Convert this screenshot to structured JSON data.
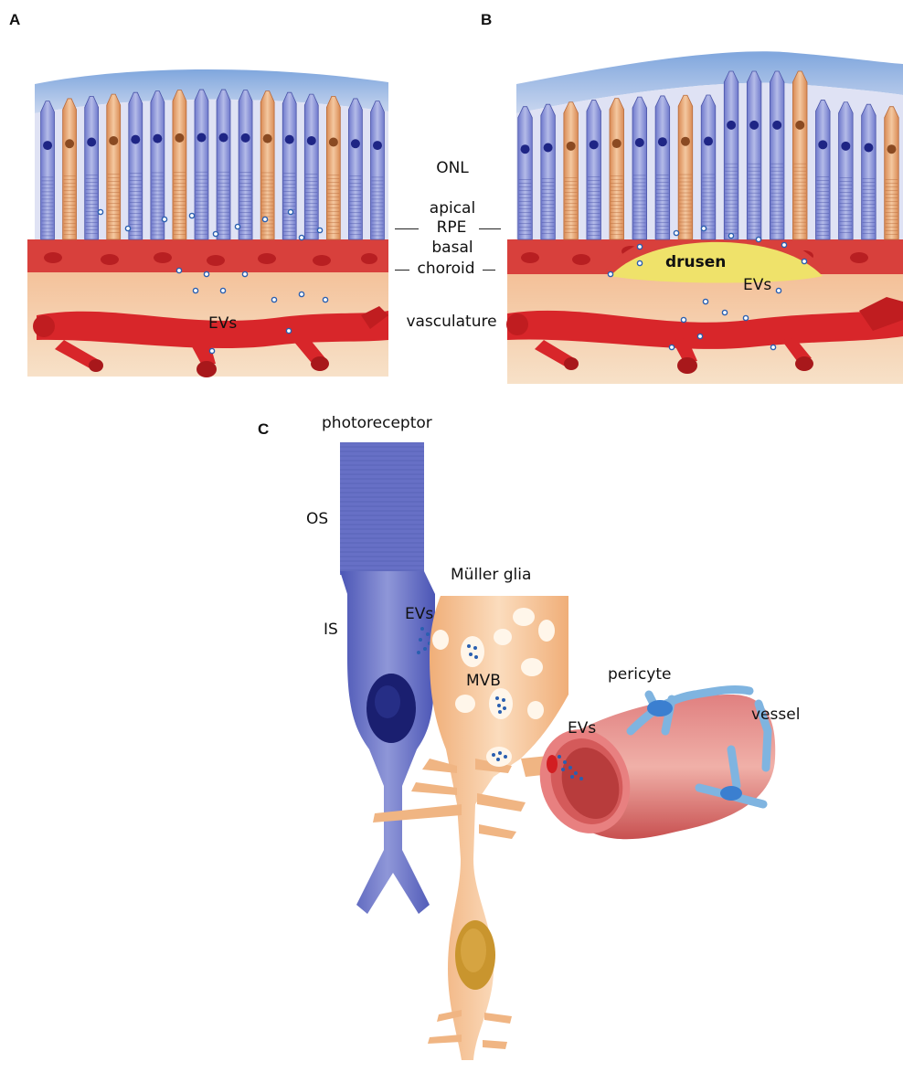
{
  "panels": {
    "a": {
      "letter": "A",
      "evs": "EVs"
    },
    "b": {
      "letter": "B",
      "drusen": "drusen",
      "evs": "EVs"
    },
    "c": {
      "letter": "C",
      "photoreceptor": "photoreceptor",
      "os": "OS",
      "is": "IS",
      "muller_glia": "Müller glia",
      "evs_photoreceptor": "EVs",
      "mvb": "MVB",
      "pericyte": "pericyte",
      "vessel": "vessel",
      "evs_vessel": "EVs"
    }
  },
  "layer_labels": {
    "onl": "ONL",
    "apical": "apical",
    "rpe": "RPE",
    "basal": "basal",
    "choroid": "choroid",
    "vasculature": "vasculature"
  },
  "colors": {
    "rod": "#8a93d6",
    "cone": "#e8a676",
    "rpe": "#d9403a",
    "choroid": "#f2c9a2",
    "vasculature": "#d9262a",
    "drusen": "#efe26a",
    "photoreceptor": "#6670c8",
    "muller_glia": "#f6c79a",
    "pericyte": "#7fb4e0",
    "ev_dot": "#2a5fb0"
  }
}
